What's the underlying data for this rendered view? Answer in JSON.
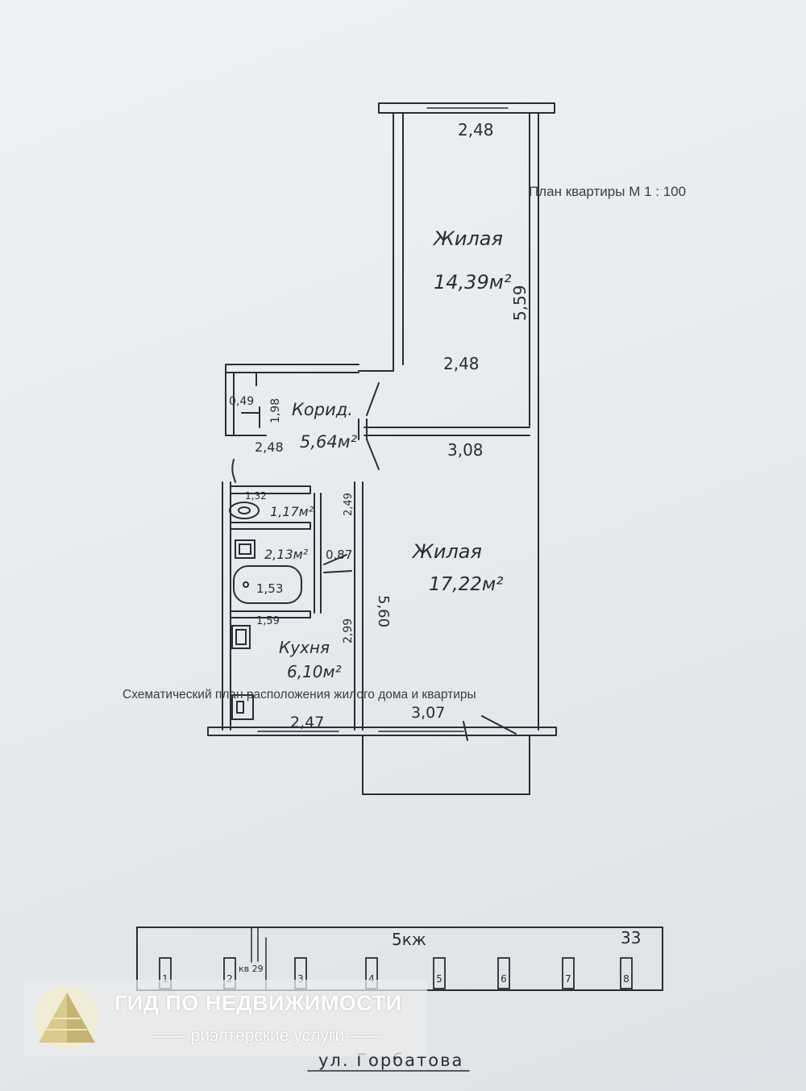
{
  "plan": {
    "scale_label": "План квартиры М 1 : 100",
    "scheme_label": "Схематический план расположения жилого дома и квартиры",
    "rooms": [
      {
        "name": "Жилая",
        "area": "14,39м²"
      },
      {
        "name": "Жилая",
        "area": "17,22м²"
      },
      {
        "name": "Корид.",
        "area": "5,64м²"
      },
      {
        "name": "Кухня",
        "area": "6,10м²"
      }
    ],
    "bath_areas": [
      "1,17м²",
      "2,13м²"
    ],
    "dimensions": [
      "2,48",
      "5,59",
      "2,48",
      "3,08",
      "5,60",
      "2,47",
      "3,07",
      "0,49",
      "1,98",
      "2,48",
      "1,32",
      "2,49",
      "0,87",
      "1,53",
      "1,59",
      "2,99"
    ]
  },
  "site": {
    "building_label": "5кж",
    "house_number": "33",
    "entrances": [
      "1",
      "2",
      "3",
      "4",
      "5",
      "6",
      "7",
      "8"
    ],
    "apartment_mark": "кв 29",
    "street": "ул. Горбатова"
  },
  "watermark": {
    "title": "ГИД ПО НЕДВИЖИМОСТИ",
    "subtitle": "—— риэлтерские услуги ——"
  },
  "colors": {
    "ink": "#2a2d33",
    "paper": "#e9edf1",
    "watermark_gold": "#d9c98a"
  }
}
